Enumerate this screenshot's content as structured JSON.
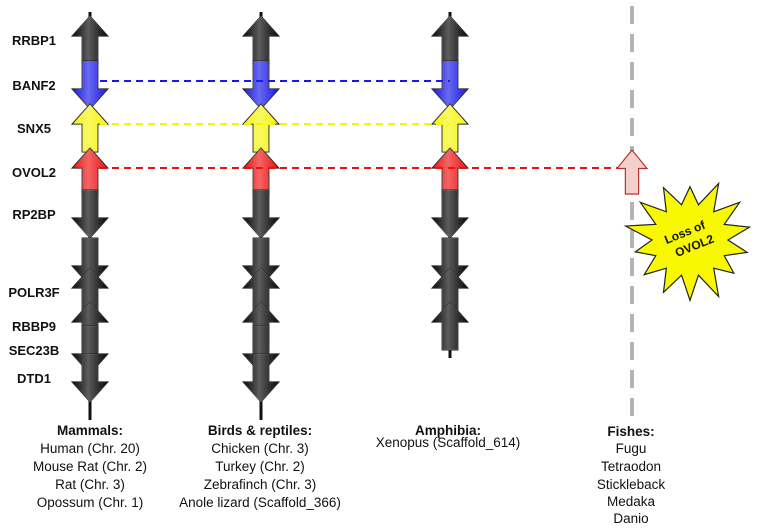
{
  "colors": {
    "black": "#050505",
    "blue": "#1818e8",
    "yellow": "#f5f50c",
    "red": "#ee1111",
    "lost": "#f2d0cc",
    "guide": "#b5b5b5",
    "burst": "#f8f800"
  },
  "genes": [
    {
      "name": "RRBP1",
      "color": "black",
      "orientation": "up"
    },
    {
      "name": "BANF2",
      "color": "blue",
      "orientation": "down"
    },
    {
      "name": "SNX5",
      "color": "yellow",
      "orientation": "up"
    },
    {
      "name": "OVOL2",
      "color": "red",
      "orientation": "up"
    },
    {
      "name": "RP2BP",
      "color": "black",
      "orientation": "down"
    },
    {
      "name": "",
      "color": "black",
      "orientation": "down"
    },
    {
      "name": "POLR3F",
      "color": "black",
      "orientation": "up"
    },
    {
      "name": "RBBP9",
      "color": "black",
      "orientation": "up"
    },
    {
      "name": "SEC23B",
      "color": "black",
      "orientation": "down"
    },
    {
      "name": "DTD1",
      "color": "black",
      "orientation": "down"
    }
  ],
  "groups": [
    {
      "id": "mammals",
      "title": "Mammals:",
      "species": [
        "Human (Chr. 20)",
        "Mouse Rat (Chr. 2)",
        "Rat (Chr. 3)",
        "Opossum (Chr. 1)"
      ],
      "gene_count": 10
    },
    {
      "id": "birds",
      "title": "Birds & reptiles:",
      "species": [
        "Chicken (Chr. 3)",
        "Turkey (Chr. 2)",
        "Zebrafinch (Chr. 3)",
        "Anole lizard (Scaffold_366)"
      ],
      "gene_count": 10
    },
    {
      "id": "amphibia",
      "title": "Amphibia:",
      "species": [
        "Xenopus (Scaffold_614)"
      ],
      "gene_count": 8
    },
    {
      "id": "fishes",
      "title": "Fishes:",
      "species": [
        "Fugu",
        "Tetraodon",
        "Stickleback",
        "Medaka",
        "Danio"
      ],
      "gene_count": 0
    }
  ],
  "links": [
    {
      "gene": "BANF2",
      "color": "blue",
      "span": "mammals-amphibia"
    },
    {
      "gene": "SNX5",
      "color": "yellow",
      "span": "mammals-amphibia"
    },
    {
      "gene": "OVOL2",
      "color": "red",
      "span": "mammals-fishes"
    }
  ],
  "lost_gene": "OVOL2",
  "loss_label": {
    "line1": "Loss of",
    "line2": "OVOL2"
  }
}
